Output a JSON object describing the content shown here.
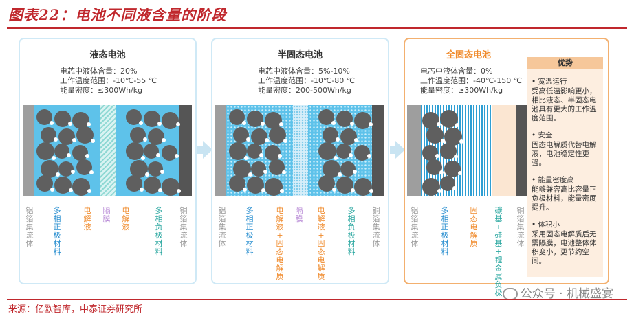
{
  "title": "图表22：电池不同液含量的阶段",
  "source": "来源：亿欧智库，中泰证券研究所",
  "watermark": "公众号 · 机械盛宴",
  "panels": [
    {
      "title": "液态电池",
      "specs": [
        "电芯中液体含量：20%",
        "工作温度范围：-10℃-55 ℃",
        "能量密度：≤300Wh/kg"
      ],
      "labels": [
        "铝箔集流体",
        "多相正极材料",
        "电解液",
        "隔膜",
        "电解液",
        "多相负极材料",
        "铜箔集流体"
      ]
    },
    {
      "title": "半固态电池",
      "specs": [
        "电芯中液体含量：5%-10%",
        "工作温度范围：-10℃-80 ℃",
        "能量密度：200-500Wh/kg"
      ],
      "labels": [
        "铝箔集流体",
        "多相正极材料",
        "电解液+固态电解质",
        "隔膜",
        "电解液+固态电解质",
        "多相负极材料",
        "铜箔集流体"
      ]
    },
    {
      "title": "全固态电池",
      "specs": [
        "电芯中液体含量：0%",
        "工作温度范围：-40℃-150 ℃",
        "能量密度：≥300Wh/kg"
      ],
      "labels": [
        "铝箔集流体",
        "多相正极材料",
        "固态电解质",
        "碳基+硅基+锂金属负极",
        "铜箔集流体"
      ]
    }
  ],
  "advantages": {
    "title": "优势",
    "items": [
      {
        "head": "• 宽温运行",
        "desc": "受高低温影响更小，相比液态、半固态电池具有更大的工作温度范围。"
      },
      {
        "head": "• 安全",
        "desc": "固态电解质代替电解液，电池稳定性更强。"
      },
      {
        "head": "• 能量密度高",
        "desc": "能够兼容高比容量正负极材料，能量密度提升。"
      },
      {
        "head": "• 体积小",
        "desc": "采用固态电解质后无需隔膜，电池整体体积变小，更节约空间。"
      }
    ]
  },
  "colors": {
    "title_red": "#c0282d",
    "liquid_blue": "#5ec2ea",
    "grey_foil": "#9e9e9e",
    "copper_foil": "#555555",
    "solid_orange": "#f08c2e",
    "label_teal": "#2aa7a0",
    "label_blue": "#2a8fd0",
    "label_orange": "#f08c2e",
    "label_purple": "#b88ad6",
    "label_grey": "#999999"
  }
}
